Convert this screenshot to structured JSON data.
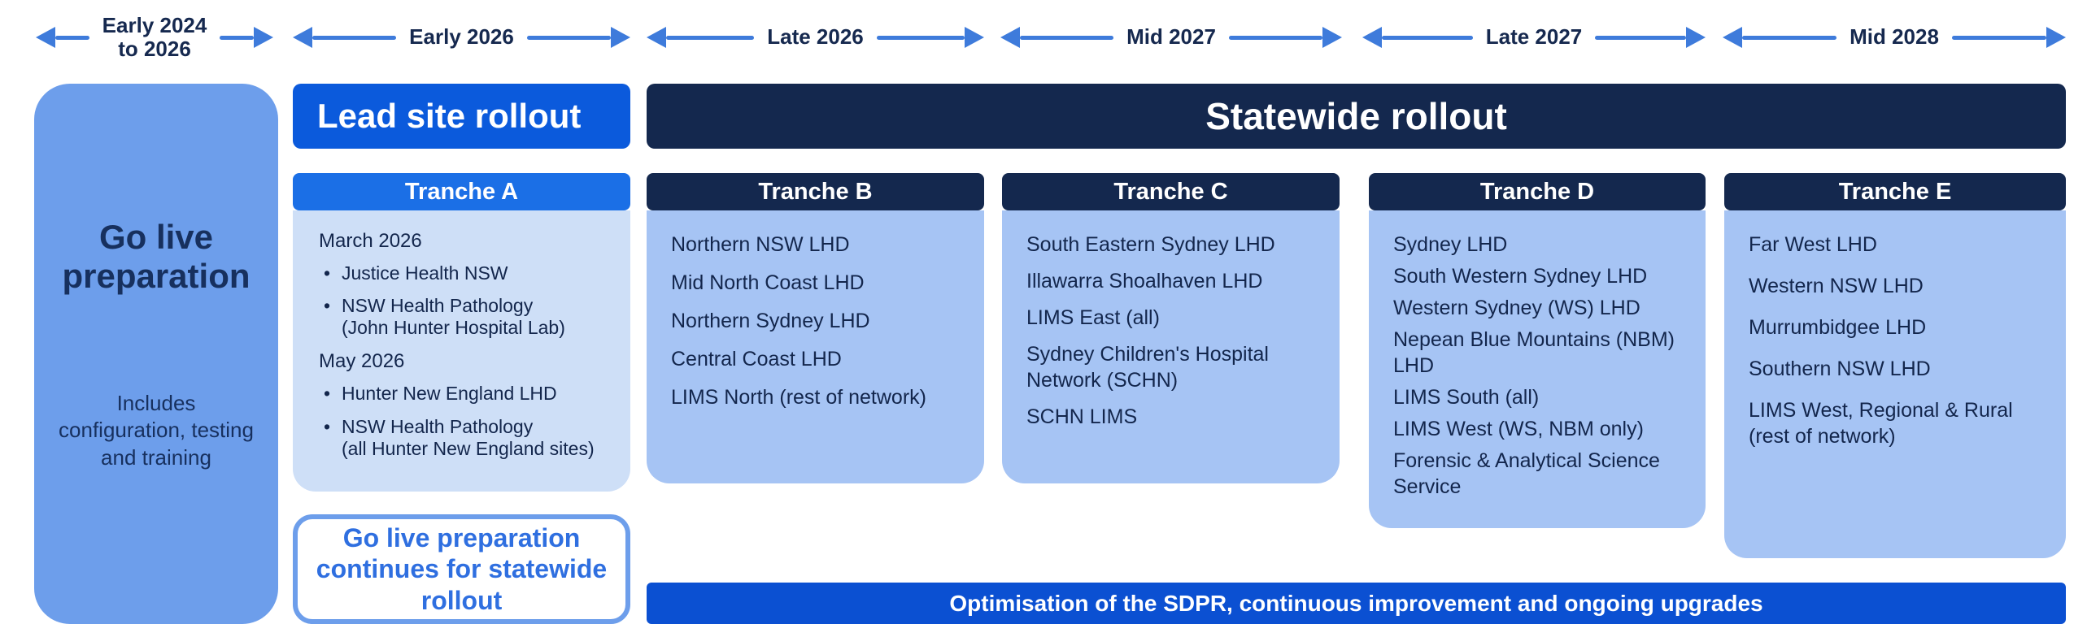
{
  "colors": {
    "bright_blue": "#0B5ADC",
    "tranche_a_header_blue": "#1B6FE6",
    "dark_navy": "#14284E",
    "medium_blue": "#6D9EEB",
    "light_box_blue": "#CEDFF7",
    "tranche_box_blue": "#A6C4F4",
    "arrow_blue": "#3E7BDB",
    "optimisation_blue": "#0B50D2",
    "note_text_blue": "#2F6FE0",
    "text_navy": "#13264C"
  },
  "timeline": [
    {
      "label": "Early 2024\nto 2026"
    },
    {
      "label": "Early 2026"
    },
    {
      "label": "Late 2026"
    },
    {
      "label": "Mid 2027"
    },
    {
      "label": "Late 2027"
    },
    {
      "label": "Mid 2028"
    }
  ],
  "go_live": {
    "title": "Go live preparation",
    "subtitle": "Includes configuration, testing and training"
  },
  "lead_site": {
    "header": "Lead site rollout",
    "tranche_title": "Tranche A",
    "groups": [
      {
        "date": "March 2026",
        "items": [
          "Justice Health NSW",
          "NSW Health Pathology\n(John Hunter Hospital Lab)"
        ]
      },
      {
        "date": "May 2026",
        "items": [
          "Hunter New England LHD",
          "NSW Health Pathology\n(all Hunter New England sites)"
        ]
      }
    ],
    "note": "Go live preparation continues for statewide rollout"
  },
  "statewide": {
    "header": "Statewide rollout",
    "tranches": [
      {
        "title": "Tranche B",
        "items": [
          "Northern NSW LHD",
          "Mid North Coast LHD",
          "Northern Sydney LHD",
          "Central Coast LHD",
          "LIMS North (rest of network)"
        ]
      },
      {
        "title": "Tranche C",
        "items": [
          "South Eastern Sydney LHD",
          "Illawarra Shoalhaven LHD",
          "LIMS East (all)",
          "Sydney Children's Hospital Network (SCHN)",
          "SCHN LIMS"
        ]
      },
      {
        "title": "Tranche D",
        "items": [
          "Sydney LHD",
          "South Western Sydney LHD",
          "Western Sydney (WS) LHD",
          "Nepean Blue Mountains (NBM) LHD",
          "LIMS South (all)",
          "LIMS West (WS, NBM only)",
          "Forensic & Analytical Science Service"
        ]
      },
      {
        "title": "Tranche E",
        "items": [
          "Far West LHD",
          "Western NSW LHD",
          "Murrumbidgee LHD",
          "Southern NSW LHD",
          "LIMS West, Regional & Rural\n(rest of network)"
        ]
      }
    ],
    "footer": "Optimisation of the SDPR, continuous improvement and ongoing upgrades"
  }
}
